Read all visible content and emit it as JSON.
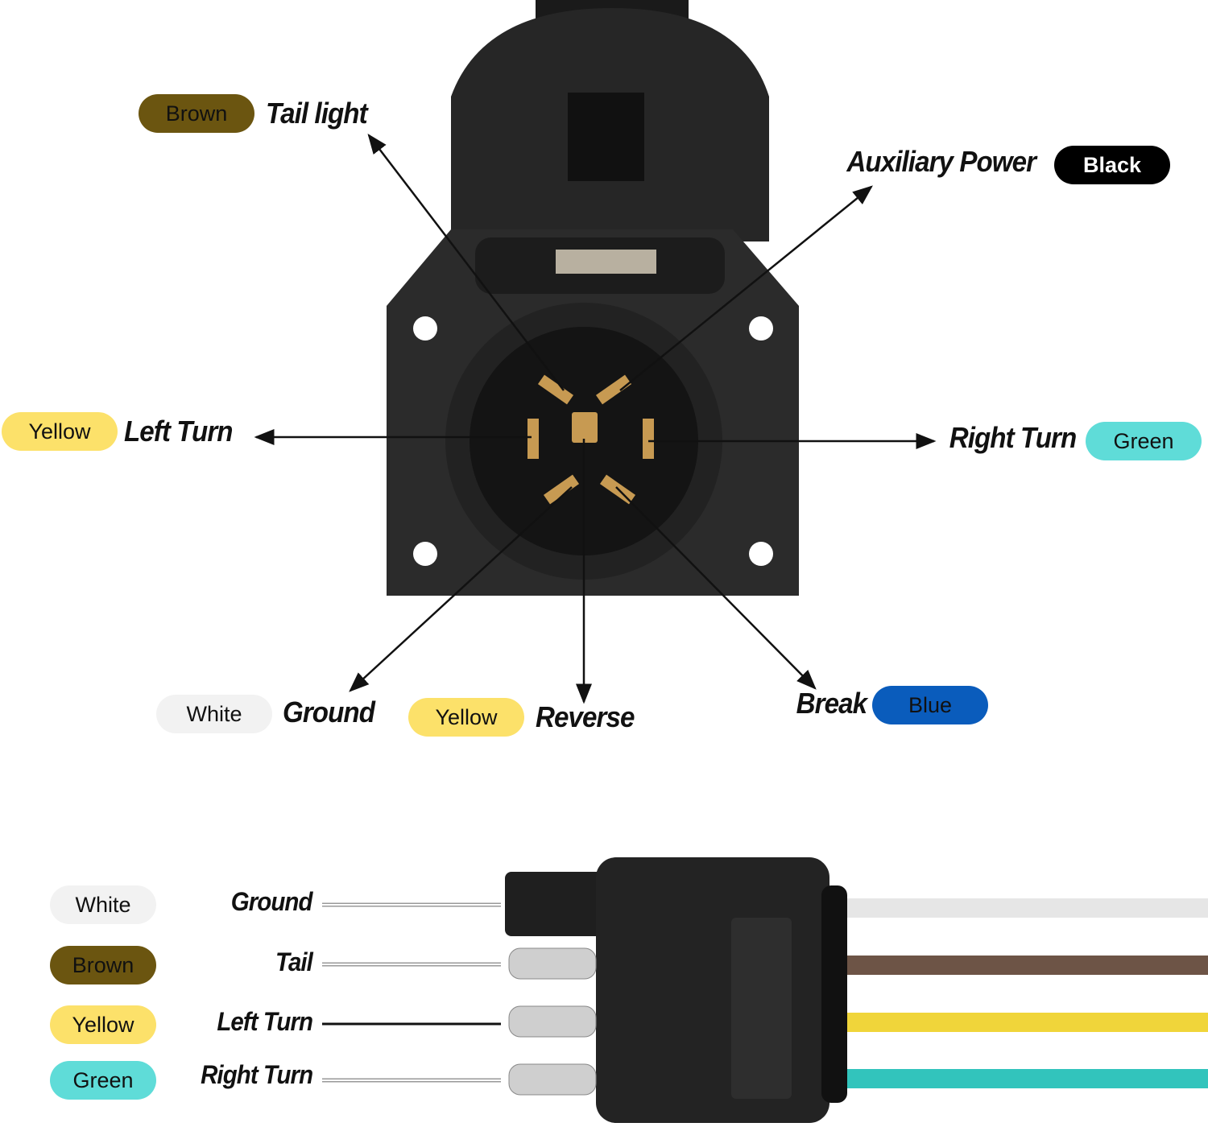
{
  "seven_way": {
    "pins": [
      {
        "function": "Tail light",
        "wire_color": "Brown",
        "color_hex": "#6b5510"
      },
      {
        "function": "Auxiliary Power",
        "wire_color": "Black",
        "color_hex": "#000000"
      },
      {
        "function": "Left Turn",
        "wire_color": "Yellow",
        "color_hex": "#fce16a"
      },
      {
        "function": "Right Turn",
        "wire_color": "Green",
        "color_hex": "#5fdcd8"
      },
      {
        "function": "Ground",
        "wire_color": "White",
        "color_hex": "#f2f2f2"
      },
      {
        "function": "Reverse",
        "wire_color": "Yellow",
        "color_hex": "#fce16a"
      },
      {
        "function": "Break",
        "wire_color": "Blue",
        "color_hex": "#0a5cbc"
      }
    ]
  },
  "four_way": {
    "pins": [
      {
        "function": "Ground",
        "wire_color": "White",
        "color_hex": "#f2f2f2"
      },
      {
        "function": "Tail",
        "wire_color": "Brown",
        "color_hex": "#6b5510"
      },
      {
        "function": "Left Turn",
        "wire_color": "Yellow",
        "color_hex": "#fce16a"
      },
      {
        "function": "Right Turn",
        "wire_color": "Green",
        "color_hex": "#5fdcd8"
      }
    ]
  }
}
